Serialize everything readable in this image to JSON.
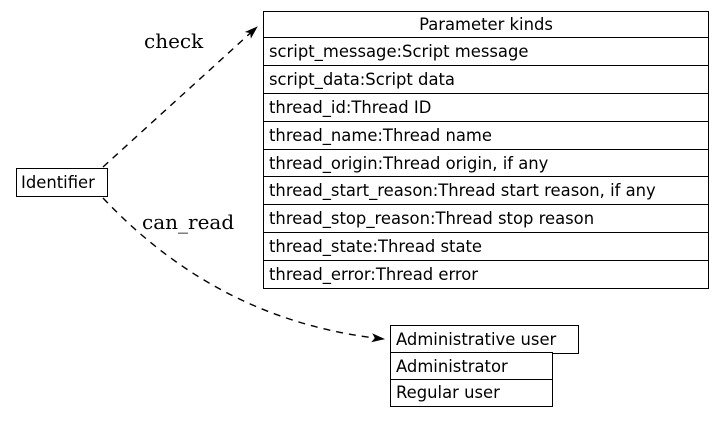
{
  "nodes": {
    "identifier": {
      "label": "Identifier"
    },
    "parameter_kinds": {
      "title": "Parameter kinds",
      "rows": [
        "script_message:Script message",
        "script_data:Script data",
        "thread_id:Thread ID",
        "thread_name:Thread name",
        "thread_origin:Thread origin, if any",
        "thread_start_reason:Thread start reason, if any",
        "thread_stop_reason:Thread stop reason",
        "thread_state:Thread state",
        "thread_error:Thread error"
      ]
    },
    "user_kinds": {
      "title": "Administrative user",
      "rows": [
        "Administrator",
        "Regular user"
      ]
    }
  },
  "edges": [
    {
      "label": "check",
      "from": "identifier",
      "to": "parameter_kinds",
      "style": "dashed-arrow"
    },
    {
      "label": "can_read",
      "from": "identifier",
      "to": "user_kinds",
      "style": "dashed-arrow"
    }
  ],
  "colors": {
    "background": "#ffffff",
    "stroke": "#000000",
    "text": "#000000"
  }
}
